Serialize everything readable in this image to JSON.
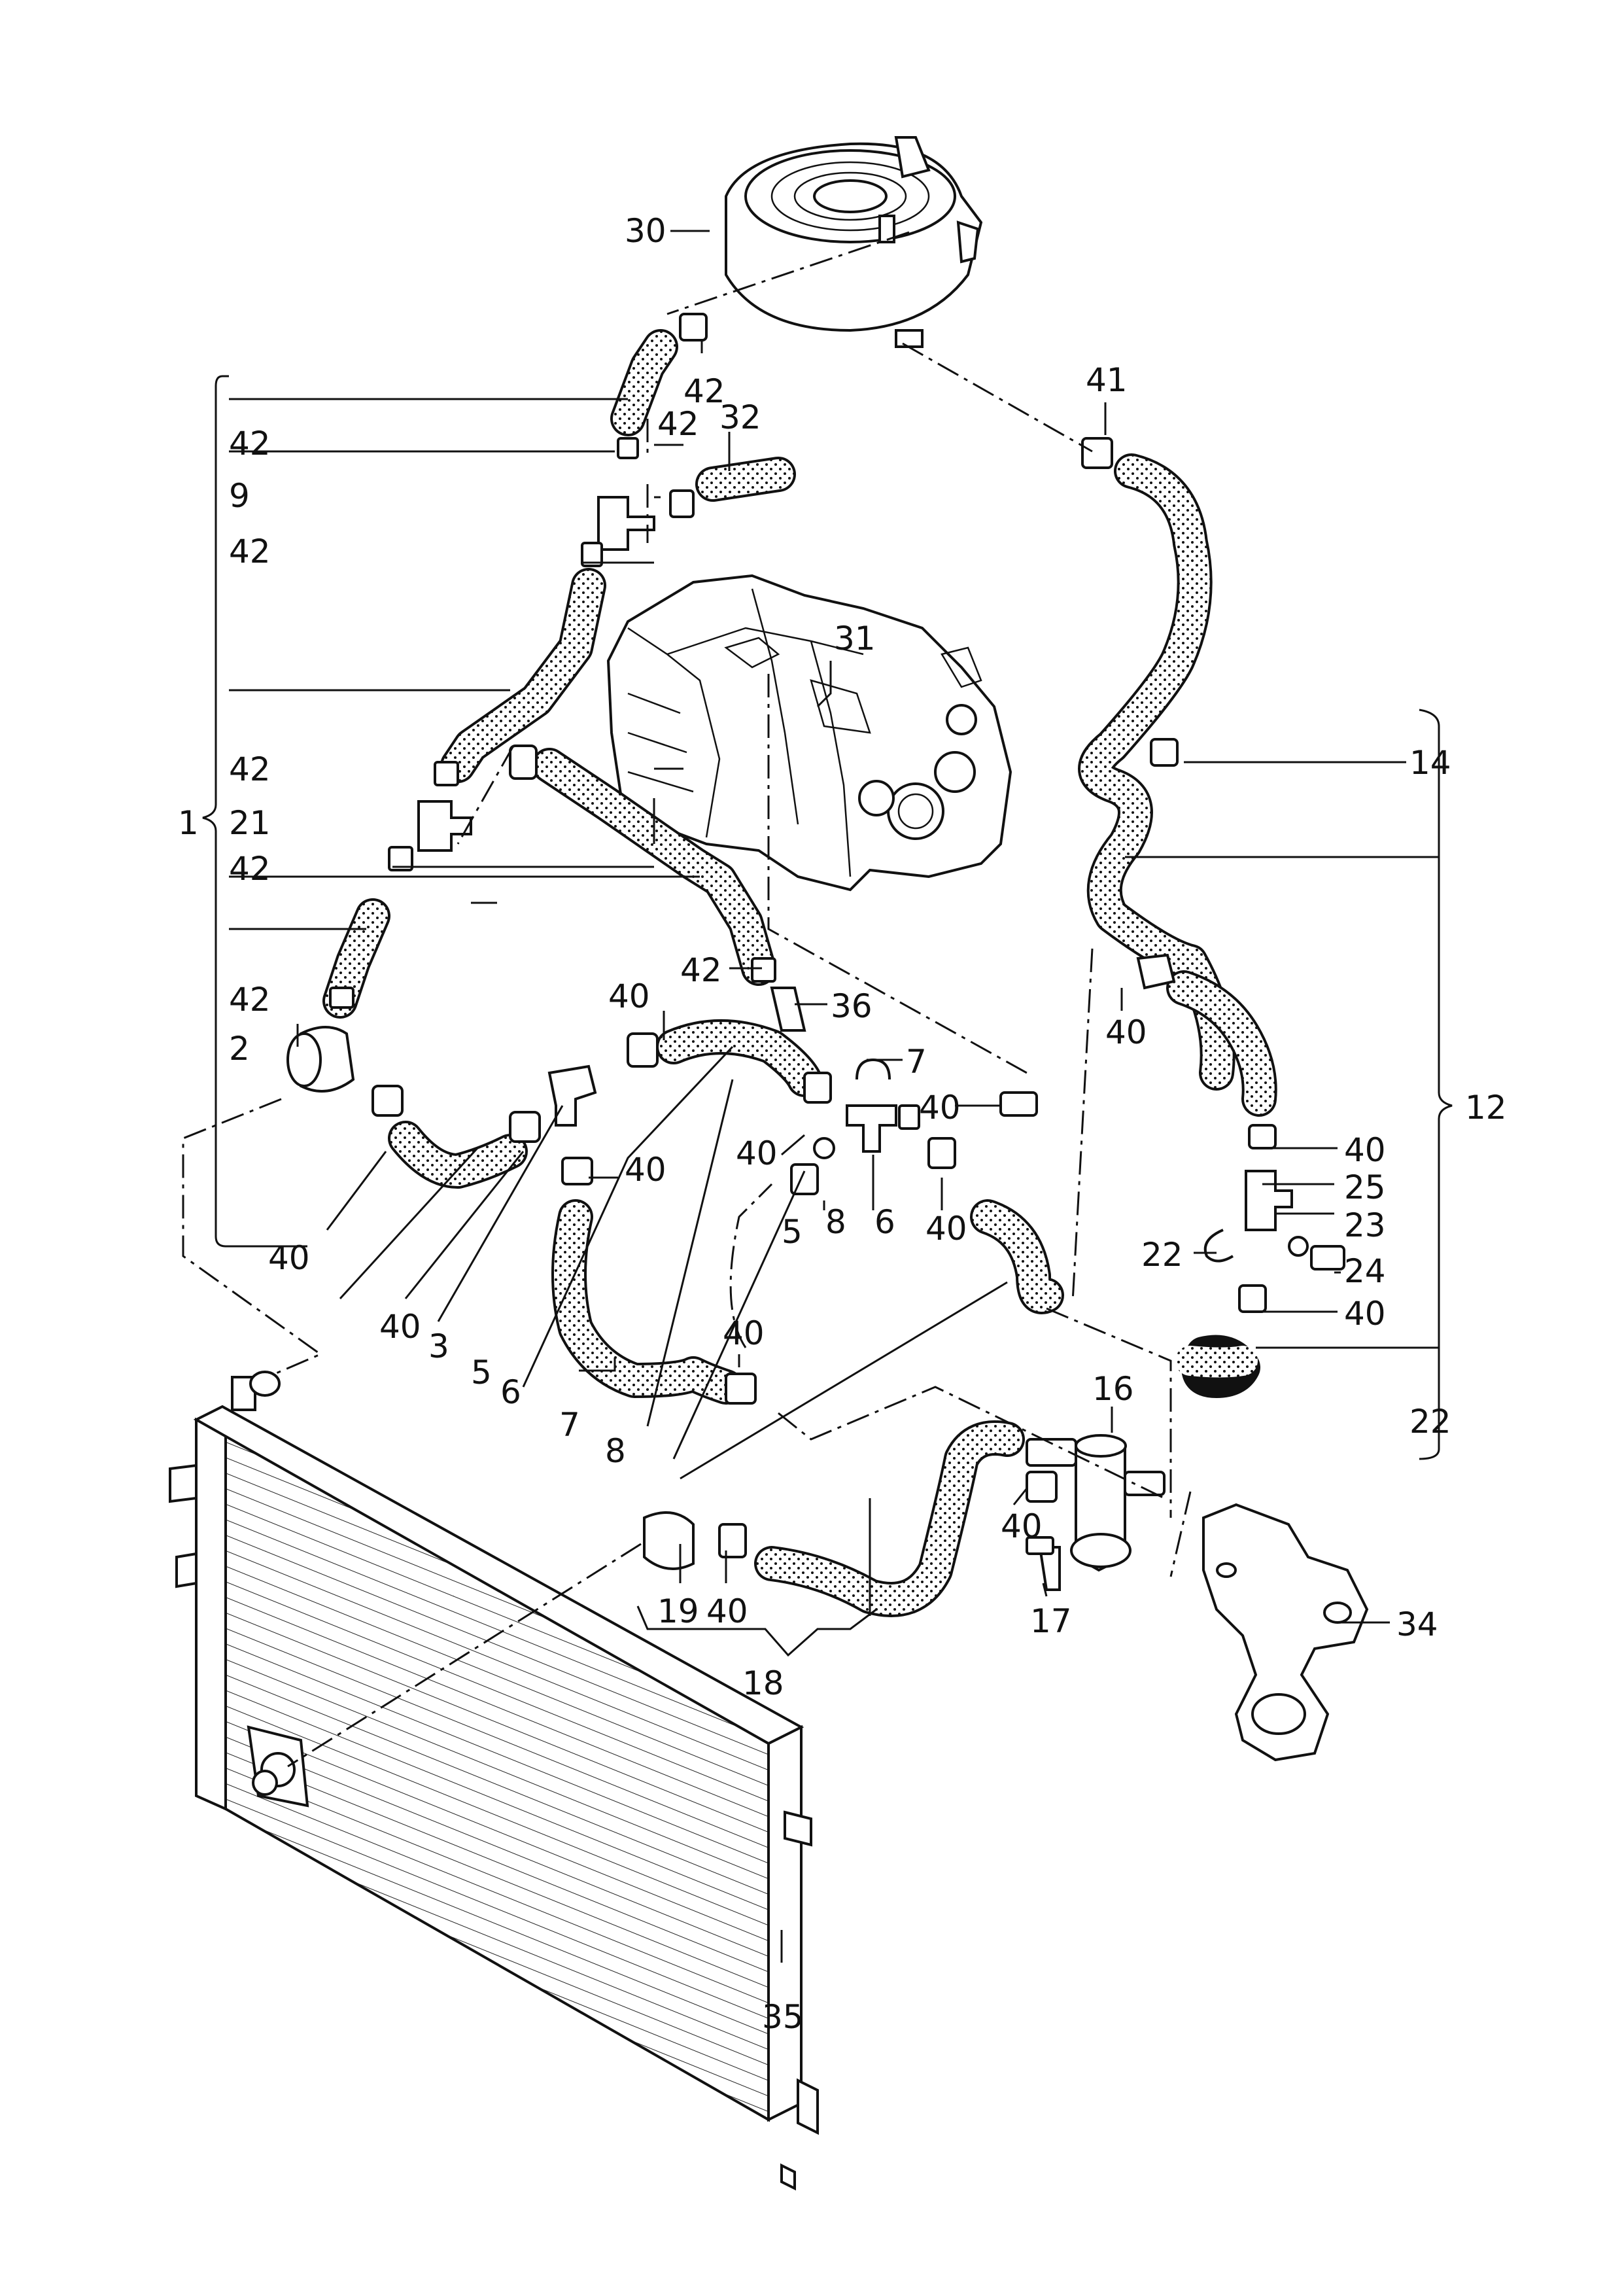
{
  "callouts": {
    "c30": "30",
    "c42_top": "42",
    "c41": "41",
    "c32": "32",
    "c42_b": "42",
    "c42_l1": "42",
    "c9": "9",
    "c42_l2": "42",
    "c31": "31",
    "c14": "14",
    "c42_l3": "42",
    "c21": "21",
    "c1": "1",
    "c42_l4": "42",
    "c42_l5": "42",
    "c42_36": "42",
    "c36": "36",
    "c2": "2",
    "c40_a": "40",
    "c7": "7",
    "c40_b": "40",
    "c40_c": "40",
    "c40_d": "40",
    "c12": "12",
    "c40_e": "40",
    "c25": "25",
    "c23": "23",
    "c22_r": "22",
    "c24": "24",
    "c40_f": "40",
    "c40_g": "40",
    "c5": "5",
    "c8": "8",
    "c6": "6",
    "c40_h": "40",
    "c40_i": "40",
    "c40_j": "40",
    "c3": "3",
    "c5b": "5",
    "c6b": "6",
    "c7b": "7",
    "c8b": "8",
    "c40_k": "40",
    "c22_b": "22",
    "c16": "16",
    "c40_l": "40",
    "c17": "17",
    "c34": "34",
    "c19": "19",
    "c40_m": "40",
    "c18": "18",
    "c35": "35"
  }
}
